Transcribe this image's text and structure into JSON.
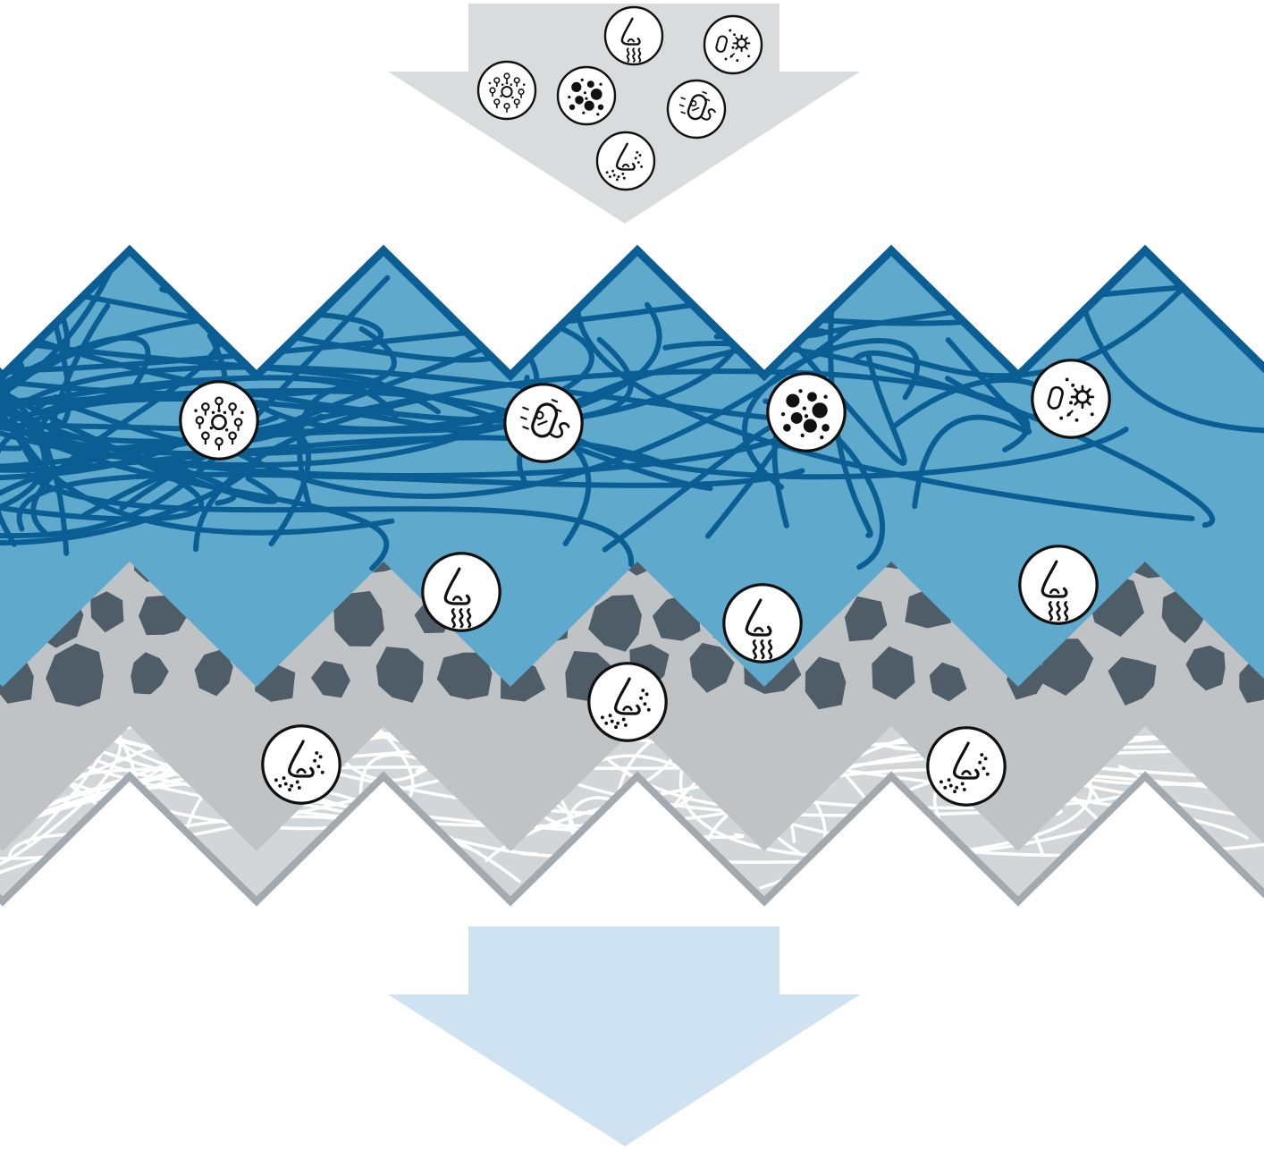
{
  "colors": {
    "background": "#ffffff",
    "input_arrow": "#d9dcdd",
    "output_arrow": "#cfe2f2",
    "outer_layer_fill": "#5ea9cc",
    "outer_layer_fiber": "#0b5e94",
    "carbon_layer_fill": "#bfc3c6",
    "carbon_granule": "#4e5d67",
    "inner_layer_fill": "#d3d6d8",
    "inner_layer_fiber": "#ffffff",
    "layer_outline": "#a3aaaf",
    "icon_fill": "#ffffff",
    "icon_stroke": "#111111"
  },
  "layers": [
    {
      "name": "outer-fiber-layer",
      "pattern": "dense-fibers"
    },
    {
      "name": "activated-carbon-layer",
      "pattern": "granules"
    },
    {
      "name": "inner-fiber-layer",
      "pattern": "fine-fibers"
    }
  ],
  "incoming_particles": [
    {
      "icon": "virus-icon"
    },
    {
      "icon": "dust-icon"
    },
    {
      "icon": "odor-icon"
    },
    {
      "icon": "bacteria-icon"
    },
    {
      "icon": "germs-icon"
    },
    {
      "icon": "fine-particle-icon"
    }
  ],
  "captured_particles": [
    {
      "icon": "virus-icon",
      "layer": "outer-fiber-layer"
    },
    {
      "icon": "bacteria-icon",
      "layer": "outer-fiber-layer"
    },
    {
      "icon": "dust-icon",
      "layer": "outer-fiber-layer"
    },
    {
      "icon": "germs-icon",
      "layer": "outer-fiber-layer"
    },
    {
      "icon": "odor-icon",
      "layer": "activated-carbon-layer"
    },
    {
      "icon": "odor-icon",
      "layer": "activated-carbon-layer"
    },
    {
      "icon": "odor-icon",
      "layer": "activated-carbon-layer"
    },
    {
      "icon": "fine-particle-icon",
      "layer": "inner-fiber-layer"
    },
    {
      "icon": "fine-particle-icon",
      "layer": "inner-fiber-layer"
    },
    {
      "icon": "fine-particle-icon",
      "layer": "inner-fiber-layer"
    }
  ]
}
